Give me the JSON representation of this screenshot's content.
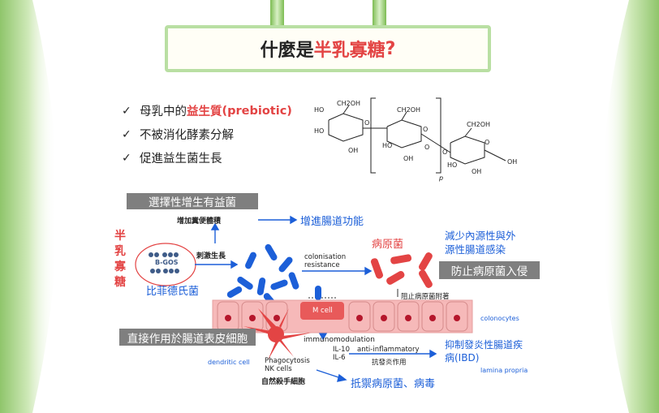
{
  "title": {
    "prefix": "什麼是",
    "highlight": "半乳寡糖",
    "suffix": "?"
  },
  "bullets": [
    {
      "pre": "母乳中的",
      "hl": "益生質",
      "post": "(prebiotic)"
    },
    {
      "pre": "不被消化酵素分解",
      "hl": "",
      "post": ""
    },
    {
      "pre": "促進益生菌生長",
      "hl": "",
      "post": ""
    }
  ],
  "structure": {
    "labels": [
      "HO",
      "CH2OH",
      "HO",
      "O",
      "OH",
      "CH2OH",
      "O",
      "HO",
      "O",
      "OH",
      "CH2OH",
      "O",
      "O",
      "HO",
      "OH",
      "OH",
      "p"
    ]
  },
  "diagram": {
    "tag_selective": "選擇性增生有益菌",
    "stool": "增加糞便體積",
    "gut_function": "增進腸道功能",
    "gos_side": [
      "半",
      "乳",
      "寡",
      "糖"
    ],
    "bgos": "B-GOS",
    "stimulate": "刺激生長",
    "bifido": "比菲德氏菌",
    "colonisation": "colonisation",
    "resistance": "resistance",
    "pathogen": "病原菌",
    "reduce_infection_1": "減少內源性與外",
    "reduce_infection_2": "源性腸道感染",
    "tag_prevent": "防止病原菌入侵",
    "block_attach": "阻止病原菌附著",
    "mcell": "M cell",
    "colonocytes": "colonocytes",
    "tag_direct": "直接作用於腸道表皮細胞",
    "immunomodulation": "immunomodulation",
    "il10": "IL-10",
    "il6": "IL-6",
    "anti_inflammatory": "anti-inflammatory",
    "anti_inflam_zh": "抗發炎作用",
    "ibd_1": "抑制發炎性腸道疾",
    "ibd_2": "病(IBD)",
    "dendritic": "dendritic cell",
    "phagocytosis": "Phagocytosis",
    "nk": "NK cells",
    "nk_zh": "自然殺手細胞",
    "resist": "抵禦病原菌、病毒",
    "lamina": "lamina propria"
  },
  "colors": {
    "accent_red": "#e34444",
    "blue": "#1c5fd8",
    "green_frame": "#b9dfa3",
    "gray_tag": "#7f7f7f"
  }
}
